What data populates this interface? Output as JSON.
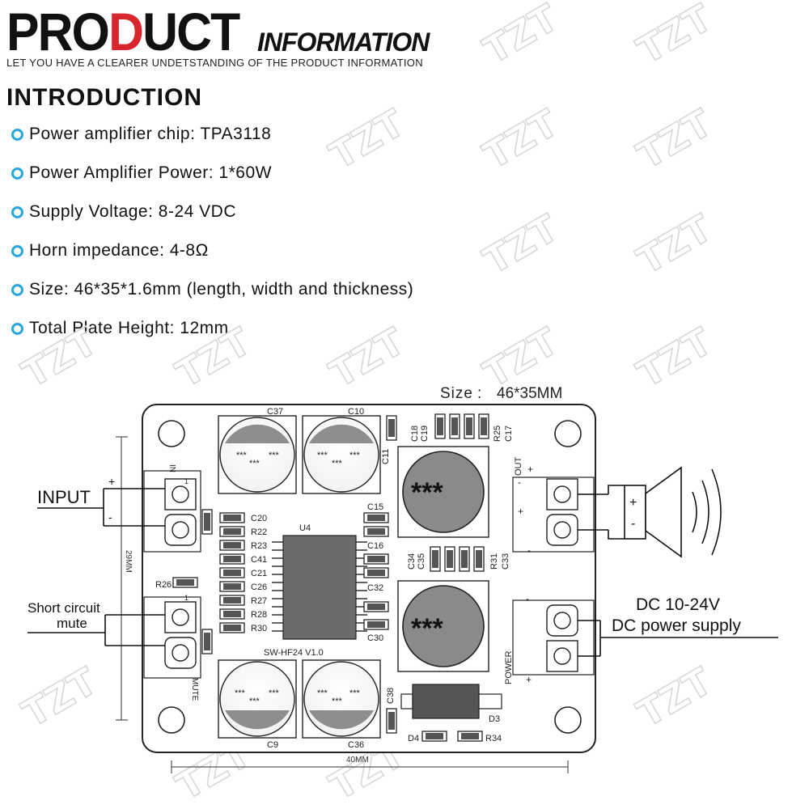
{
  "header": {
    "title_part1": "PRO",
    "title_part2": "D",
    "title_part3": "UCT",
    "title_info": "INFORMATION",
    "subtitle": "LET YOU HAVE A CLEARER UNDETSTANDING OF THE PRODUCT INFORMATION",
    "accent_color": "#d7262e"
  },
  "introduction": {
    "heading": "INTRODUCTION",
    "bullet_color": "#2aa7dd",
    "items": [
      "Power amplifier chip: TPA3118",
      "Power Amplifier Power: 1*60W",
      "Supply Voltage: 8-24 VDC",
      "Horn impedance: 4-8Ω",
      "Size: 46*35*1.6mm (length, width and thickness)",
      "Total Plate Height: 12mm"
    ]
  },
  "watermark": "TZT",
  "diagram": {
    "size_label": "Size",
    "size_value": "46*35MM",
    "input_label": "INPUT",
    "plus": "+",
    "minus": "-",
    "mute_label_line1": "Short circuit",
    "mute_label_line2": "mute",
    "dc_label_line1": "DC 10-24V",
    "dc_label_line2": "DC power supply",
    "width_dim": "40MM",
    "height_dim": "29MM",
    "cap_marks": "***",
    "inductor_marks": "***",
    "chip_label": "U4",
    "board_name": "SW-HF24 V1.0",
    "silk": {
      "c37": "C37",
      "c10": "C10",
      "c9": "C9",
      "c36": "C36",
      "c18": "C18",
      "c19": "C19",
      "r25": "R25",
      "c17": "C17",
      "c11": "C11",
      "c15": "C15",
      "c16": "C16",
      "c32": "C32",
      "c30": "C30",
      "c34": "C34",
      "c35": "C35",
      "r31": "R31",
      "c33": "C33",
      "c38": "C38",
      "d3": "D3",
      "d4": "D4",
      "r34": "R34",
      "r26": "R26",
      "out": "OUT",
      "power": "POWER",
      "mute": "MUTE",
      "in": "IN",
      "one": "1"
    },
    "left_components": [
      "C20",
      "R22",
      "R23",
      "C41",
      "C21",
      "C26",
      "R27",
      "R28",
      "R30"
    ]
  }
}
